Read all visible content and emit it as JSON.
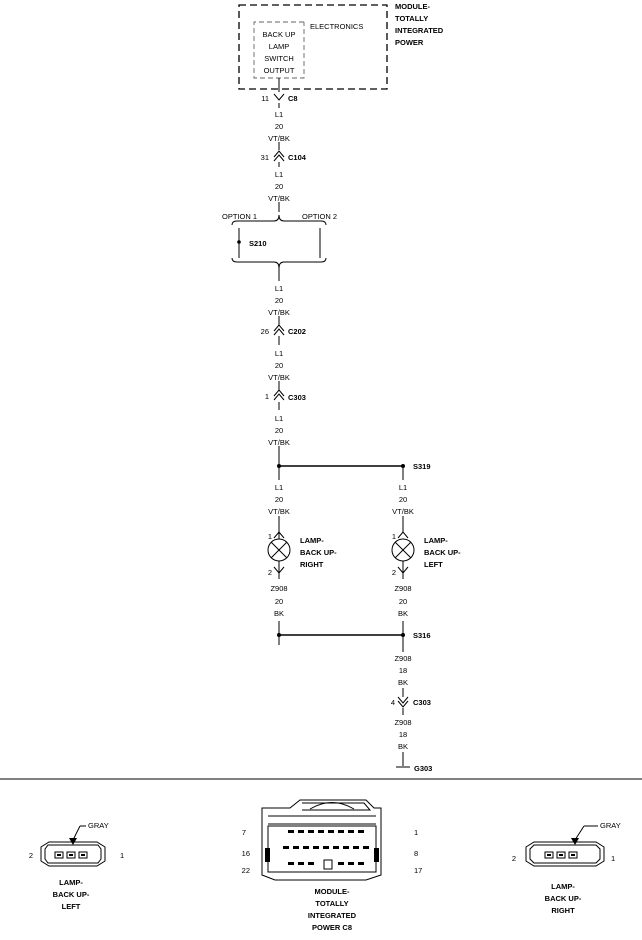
{
  "module": {
    "title_lines": [
      "MODULE-",
      "TOTALLY",
      "INTEGRATED",
      "POWER"
    ],
    "inner_label": "ELECTRONICS",
    "output_lines": [
      "BACK UP",
      "LAMP",
      "SWITCH",
      "OUTPUT"
    ]
  },
  "connectors": {
    "c8": {
      "pin": "11",
      "name": "C8"
    },
    "c104": {
      "pin": "31",
      "name": "C104"
    },
    "c202": {
      "pin": "26",
      "name": "C202"
    },
    "c303_top": {
      "pin": "1",
      "name": "C303"
    },
    "c303_bottom": {
      "pin": "4",
      "name": "C303"
    }
  },
  "wires": {
    "l1": {
      "circuit": "L1",
      "gauge": "20",
      "color": "VT/BK"
    },
    "z908_20": {
      "circuit": "Z908",
      "gauge": "20",
      "color": "BK"
    },
    "z908_18": {
      "circuit": "Z908",
      "gauge": "18",
      "color": "BK"
    }
  },
  "options": {
    "option1": "OPTION 1",
    "option2": "OPTION 2"
  },
  "splices": {
    "s210": "S210",
    "s319": "S319",
    "s316": "S316"
  },
  "ground": "G303",
  "lamps": {
    "right": {
      "lines": [
        "LAMP-",
        "BACK UP-",
        "RIGHT"
      ],
      "pin_top": "1",
      "pin_bottom": "2"
    },
    "left": {
      "lines": [
        "LAMP-",
        "BACK UP-",
        "LEFT"
      ],
      "pin_top": "1",
      "pin_bottom": "2"
    }
  },
  "connector_views": {
    "left": {
      "color_label": "GRAY",
      "pin_left": "2",
      "pin_right": "1",
      "lines": [
        "LAMP-",
        "BACK UP-",
        "LEFT"
      ]
    },
    "center": {
      "pins": [
        "7",
        "16",
        "22",
        "1",
        "8",
        "17"
      ],
      "lines": [
        "MODULE-",
        "TOTALLY",
        "INTEGRATED",
        "POWER C8"
      ]
    },
    "right": {
      "color_label": "GRAY",
      "pin_left": "2",
      "pin_right": "1",
      "lines": [
        "LAMP-",
        "BACK UP-",
        "RIGHT"
      ]
    }
  }
}
